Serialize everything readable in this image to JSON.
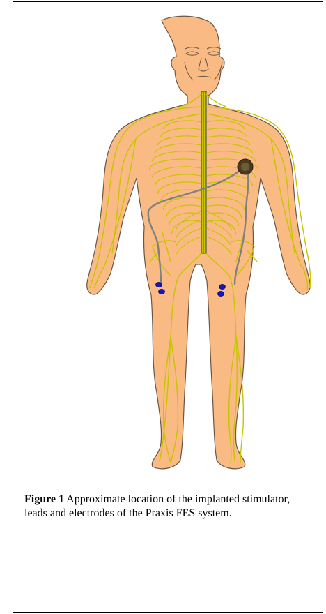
{
  "figure": {
    "label": "Figure 1",
    "caption": " Approximate location of the implanted stimulator, leads and electrodes of the Praxis FES system."
  },
  "colors": {
    "skin": "#F9BB83",
    "outline": "#6B5444",
    "nerve": "#C7C400",
    "lead": "#808080",
    "electrode": "#1414C8",
    "stimulator": "#4A3A20"
  },
  "icons": {
    "stimulator": "implant-disc",
    "electrode": "electrode-dot"
  }
}
